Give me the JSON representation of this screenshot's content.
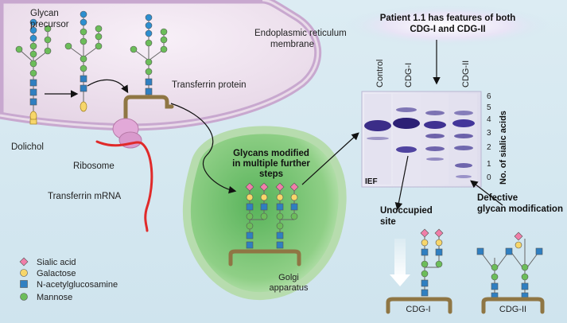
{
  "labels": {
    "glycan_precursor": "Glycan precursor",
    "er_membrane": "Endoplasmic reticulum membrane",
    "transferrin_protein": "Transferrin protein",
    "dolichol": "Dolichol",
    "ribosome": "Ribosome",
    "transferrin_mrna": "Transferrin mRNA",
    "glycans_modified": "Glycans modified in multiple further steps",
    "golgi": "Golgi apparatus",
    "patient": "Patient 1.1 has features of both CDG-I and CDG-II",
    "ief": "IEF",
    "sialic_axis": "No. of sialic acids",
    "unoccupied_site": "Unoccupied site",
    "defective": "Defective glycan modification",
    "cdg1_protein": "CDG-I",
    "cdg2_protein": "CDG-II"
  },
  "gel": {
    "lanes": [
      "Control",
      "CDG-I",
      "CDG-II"
    ],
    "sialic_ticks": [
      "6",
      "5",
      "4",
      "3",
      "2",
      "1",
      "0"
    ]
  },
  "legend": [
    {
      "label": "Sialic acid",
      "shape": "diamond",
      "color": "#f07ea8"
    },
    {
      "label": "Galactose",
      "shape": "circle",
      "color": "#f7d66a"
    },
    {
      "label": "N-acetylglucosamine",
      "shape": "square",
      "color": "#2f7fc1"
    },
    {
      "label": "Mannose",
      "shape": "circle",
      "color": "#6cbd5a"
    }
  ],
  "colors": {
    "sialic": "#f07ea8",
    "galactose": "#f7d66a",
    "glcnac": "#2f7fc1",
    "mannose": "#6cbd5a",
    "glucose": "#2d8fd0",
    "protein": "#8f7644",
    "mrna": "#e02a2a",
    "gel_band": "#3b2d88"
  }
}
